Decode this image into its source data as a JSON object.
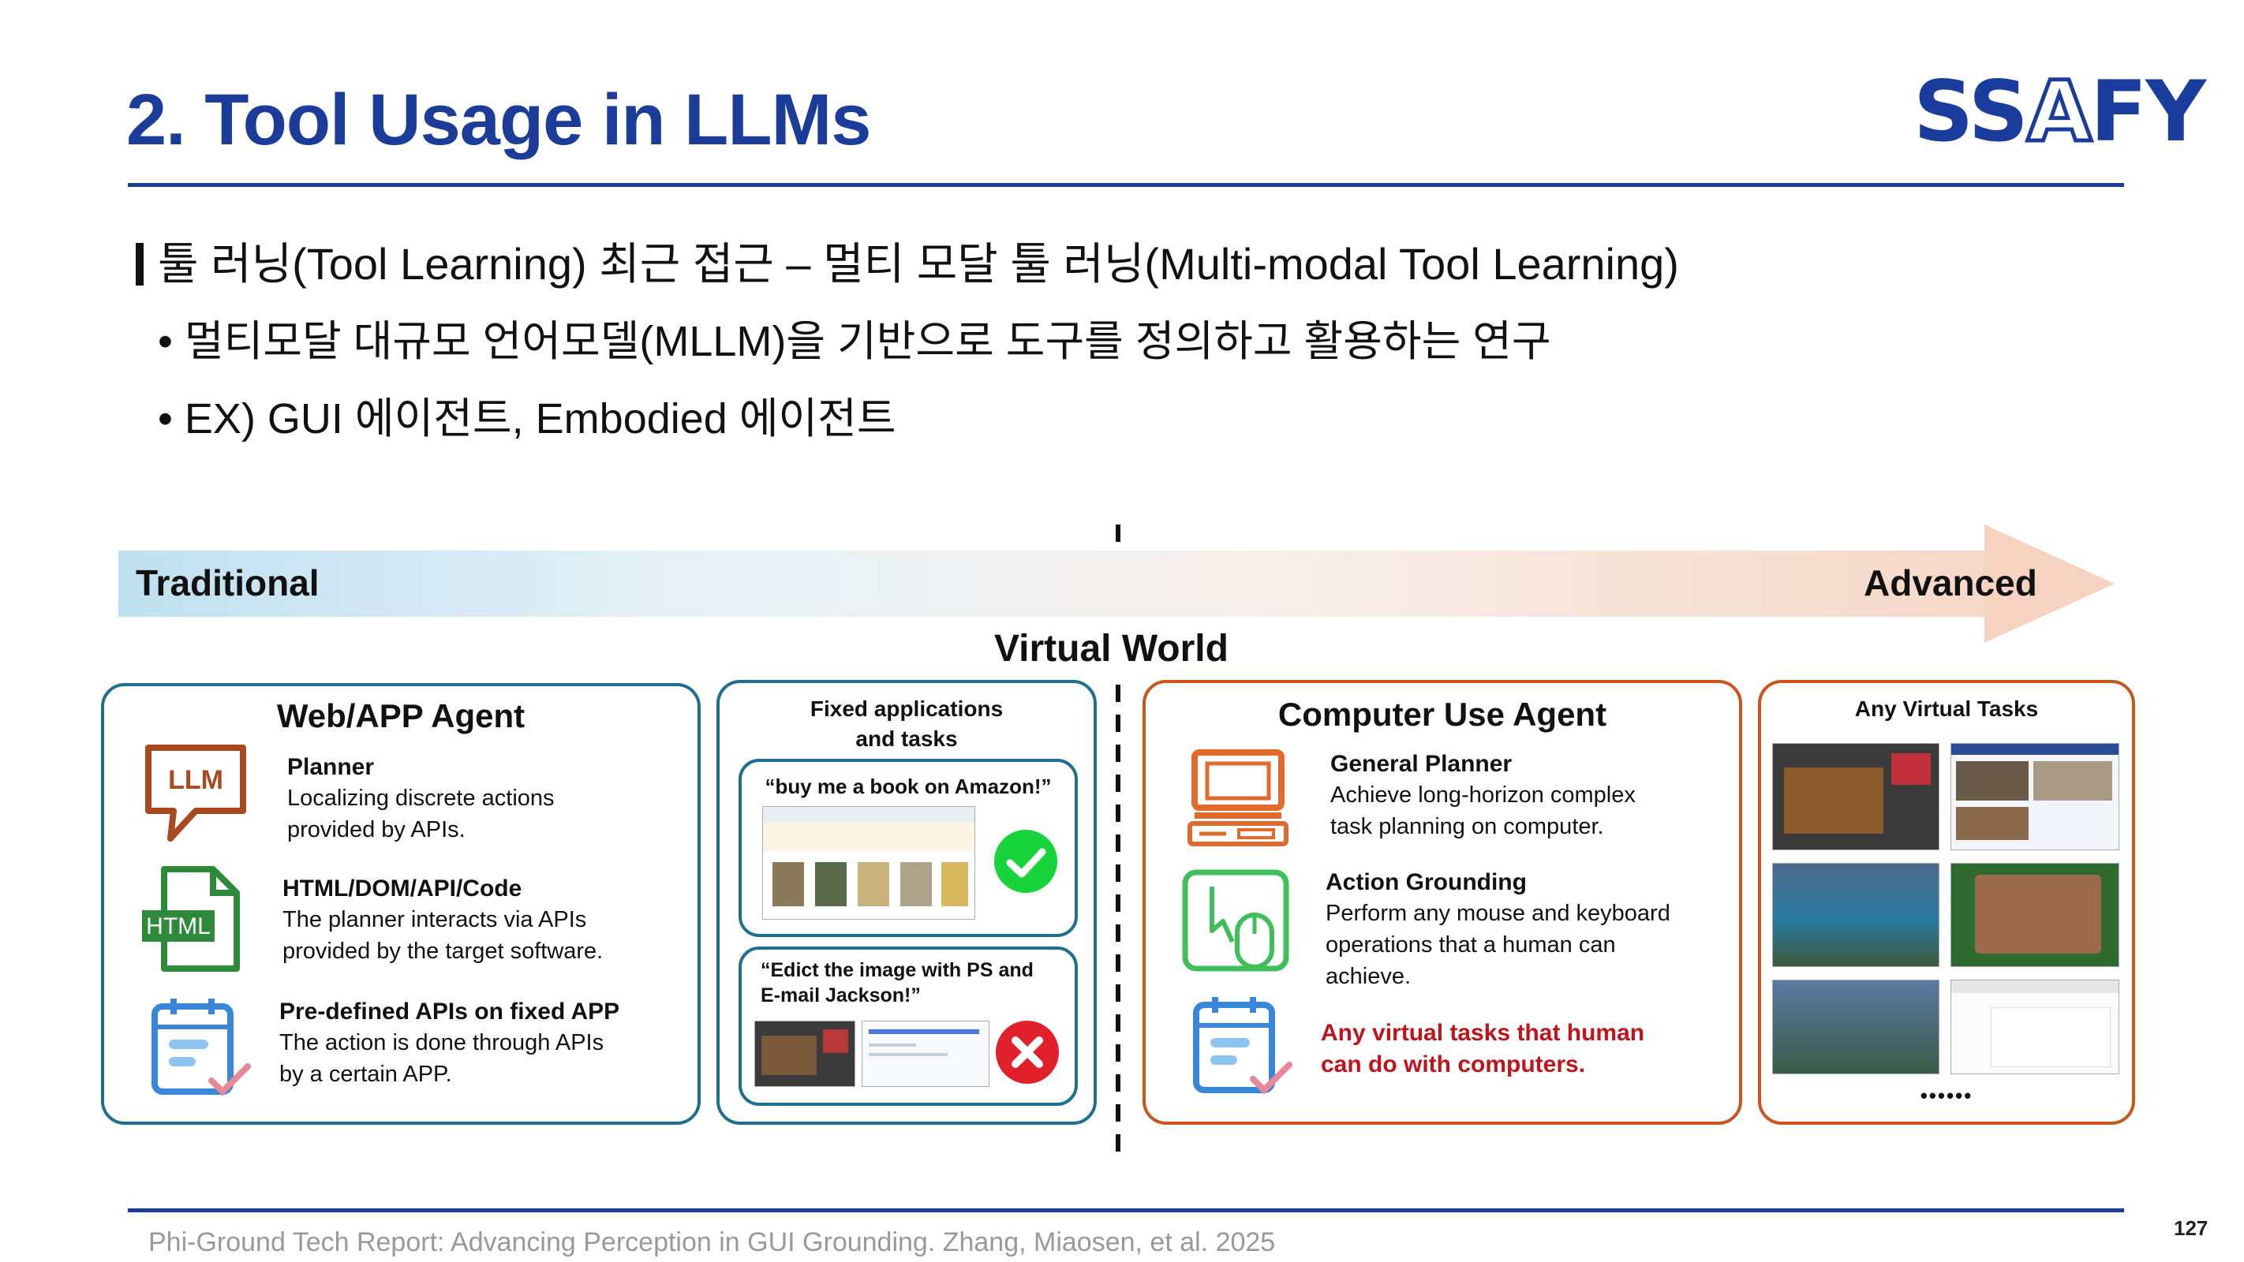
{
  "header": {
    "title": "2. Tool Usage in LLMs",
    "logo_text_1": "SS",
    "logo_text_2": "A",
    "logo_text_3": "FY"
  },
  "section": {
    "heading": "툴 러닝(Tool Learning) 최근 접근 – 멀티 모달 툴 러닝(Multi-modal Tool Learning)",
    "bullets": [
      "• 멀티모달 대규모 언어모델(MLLM)을 기반으로 도구를 정의하고 활용하는 연구",
      "• EX) GUI 에이전트, Embodied 에이전트"
    ]
  },
  "diagram": {
    "arrow_left": "Traditional",
    "arrow_right": "Advanced",
    "center_label": "Virtual World",
    "web_app": {
      "title": "Web/APP Agent",
      "items": [
        {
          "icon": "LLM",
          "title": "Planner",
          "desc1": "Localizing discrete actions",
          "desc2": "provided by APIs."
        },
        {
          "icon": "HTML",
          "title": "HTML/DOM/API/Code",
          "desc1": "The planner interacts via APIs",
          "desc2": "provided by the target software."
        },
        {
          "icon": "clipboard-check-icon",
          "title": "Pre-defined APIs on fixed APP",
          "desc1": "The action is done through APIs",
          "desc2": "by a certain APP."
        }
      ]
    },
    "fixed": {
      "title1": "Fixed applications",
      "title2": "and tasks",
      "task1": "“buy me a book on Amazon!”",
      "task2a": "“Edict the image with PS and",
      "task2b": "E-mail Jackson!”"
    },
    "computer_use": {
      "title": "Computer Use Agent",
      "items": [
        {
          "title": "General Planner",
          "desc1": "Achieve long-horizon complex",
          "desc2": "task planning on computer."
        },
        {
          "title": "Action Grounding",
          "desc1": "Perform any mouse and keyboard",
          "desc2": "operations that a human can",
          "desc3": "achieve."
        }
      ],
      "highlight1": "Any virtual tasks that human",
      "highlight2": "can do with computers."
    },
    "any_virtual": {
      "title": "Any Virtual Tasks",
      "ellipsis": "••••••"
    }
  },
  "footer": {
    "citation": "Phi-Ground Tech Report: Advancing Perception in GUI Grounding. Zhang, Miaosen, et al. 2025",
    "page_number": "127"
  },
  "colors": {
    "brand_blue": "#1c3c9a",
    "box_blue": "#1f6f8f",
    "box_orange": "#c8561f",
    "highlight_red": "#c0141c",
    "check_green": "#17d43a",
    "cross_red": "#e0202a"
  }
}
